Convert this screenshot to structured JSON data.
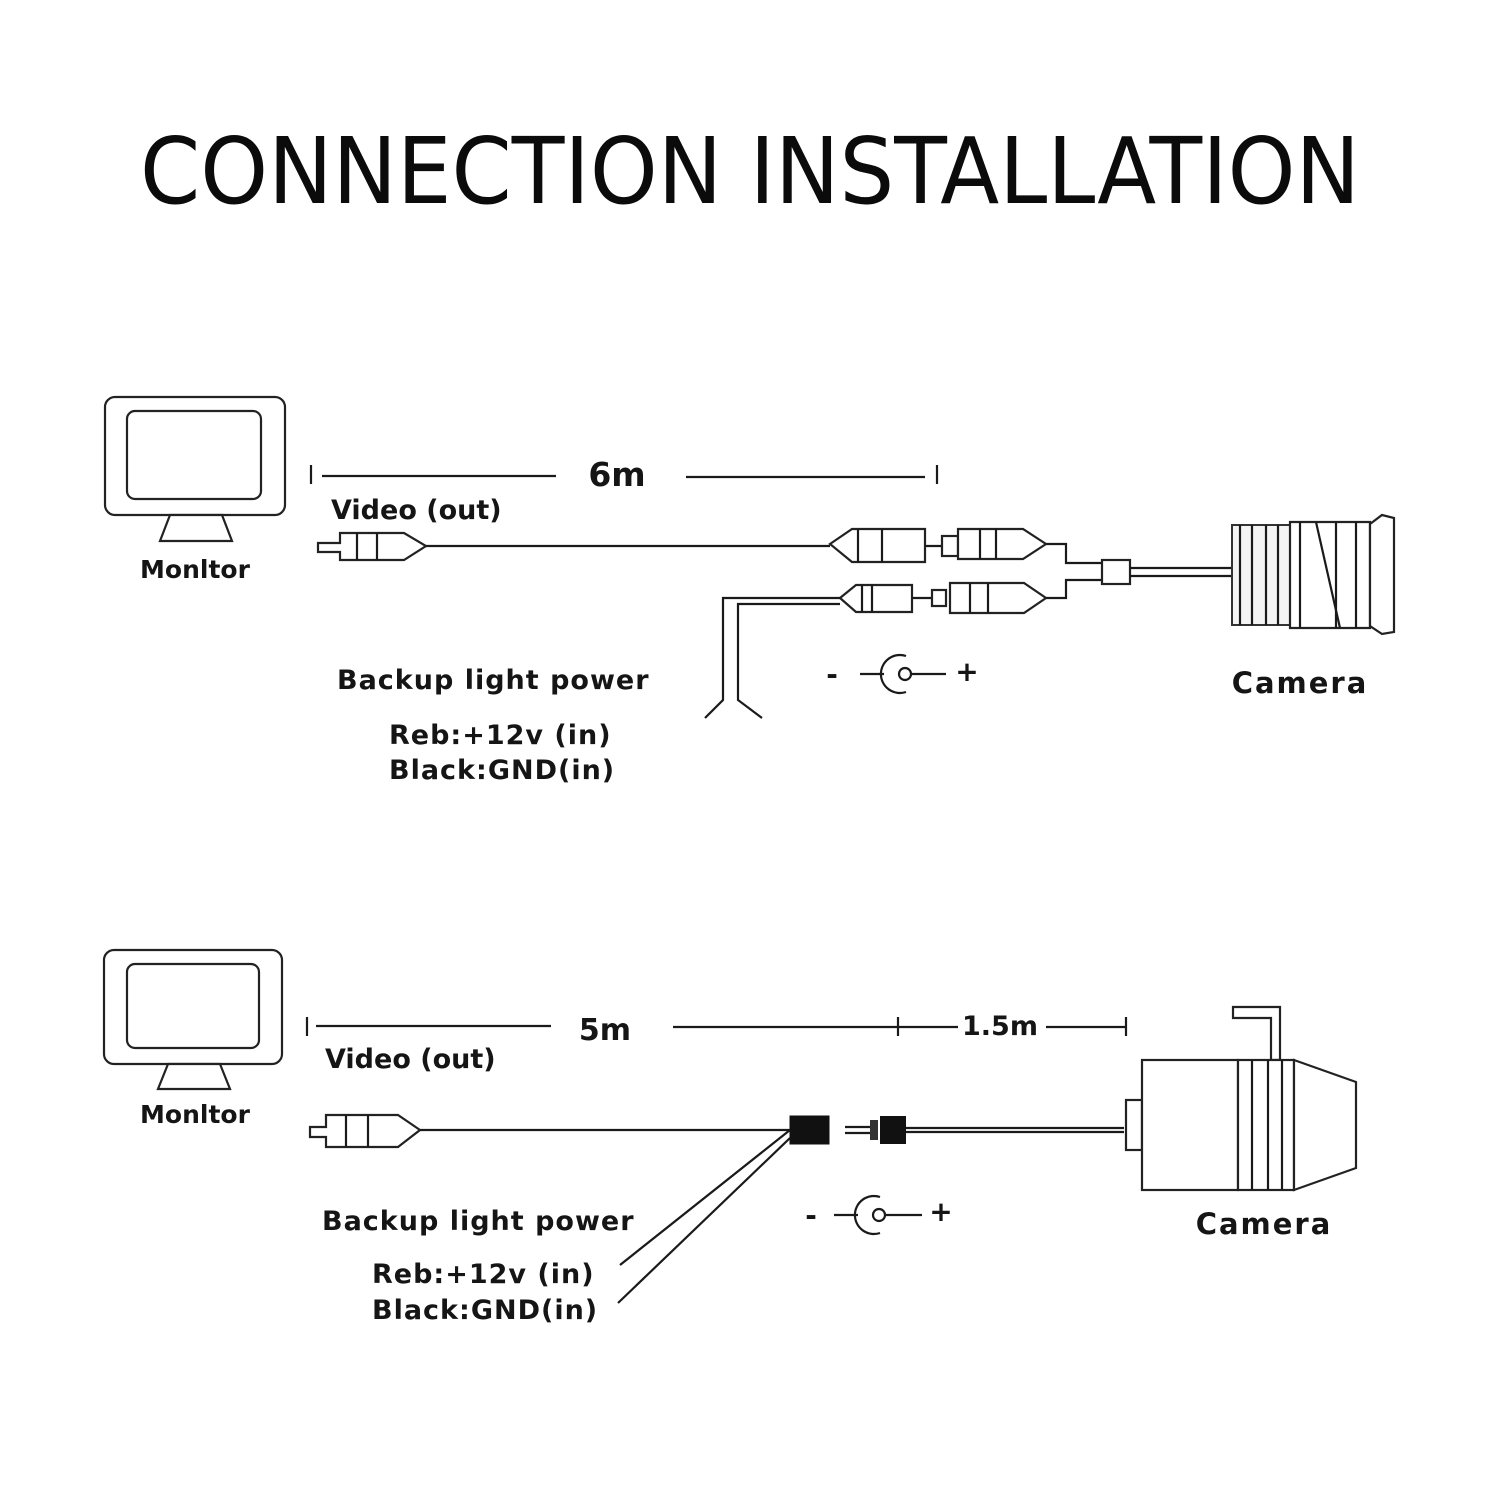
{
  "title": "CONNECTION INSTALLATION",
  "diagram_top": {
    "monitor_label": "Monltor",
    "length_label": "6m",
    "video_label": "Video (out)",
    "power_heading": "Backup light power",
    "red_wire": "Reb:+12v (in)",
    "black_wire": "Black:GND(in)",
    "polarity_minus": "-",
    "polarity_plus": "+",
    "camera_label": "Camera"
  },
  "diagram_bottom": {
    "monitor_label": "Monltor",
    "length_label": "5m",
    "length_label_2": "1.5m",
    "video_label": "Video (out)",
    "power_heading": "Backup light power",
    "red_wire": "Reb:+12v (in)",
    "black_wire": "Black:GND(in)",
    "polarity_minus": "-",
    "polarity_plus": "+",
    "camera_label": "Camera"
  },
  "icons": {
    "monitor": "monitor-icon",
    "camera": "camera-icon",
    "connector": "rca-connector-icon",
    "polarity": "dc-polarity-icon"
  }
}
